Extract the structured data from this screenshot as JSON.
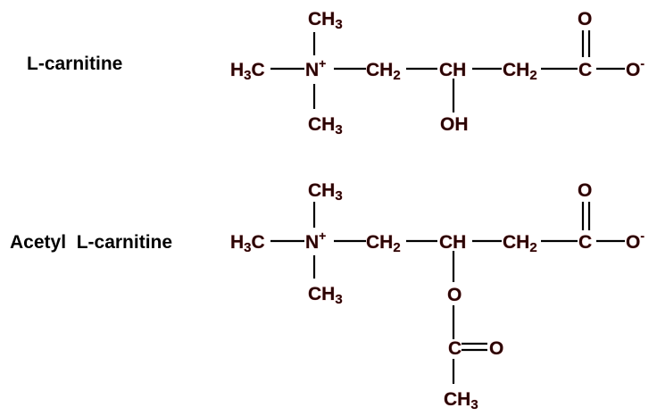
{
  "molecules": [
    {
      "name": "L-carnitine",
      "atoms": {
        "methyl_top": {
          "main": "CH",
          "sub": "3"
        },
        "methyl_left": {
          "pre": "H",
          "sub": "3",
          "post": "C"
        },
        "nitrogen": {
          "main": "N",
          "sup": "+"
        },
        "methyl_bottom": {
          "main": "CH",
          "sub": "3"
        },
        "ch2_a": {
          "main": "CH",
          "sub": "2"
        },
        "ch": {
          "main": "CH"
        },
        "ch2_b": {
          "main": "CH",
          "sub": "2"
        },
        "carbonyl_c": {
          "main": "C"
        },
        "carbonyl_o": {
          "main": "O"
        },
        "oxide": {
          "main": "O",
          "sup": "-"
        },
        "hydroxyl": {
          "main": "OH"
        }
      }
    },
    {
      "name": "Acetyl  L-carnitine",
      "atoms": {
        "methyl_top": {
          "main": "CH",
          "sub": "3"
        },
        "methyl_left": {
          "pre": "H",
          "sub": "3",
          "post": "C"
        },
        "nitrogen": {
          "main": "N",
          "sup": "+"
        },
        "methyl_bottom": {
          "main": "CH",
          "sub": "3"
        },
        "ch2_a": {
          "main": "CH",
          "sub": "2"
        },
        "ch": {
          "main": "CH"
        },
        "ch2_b": {
          "main": "CH",
          "sub": "2"
        },
        "carbonyl_c": {
          "main": "C"
        },
        "carbonyl_o": {
          "main": "O"
        },
        "oxide": {
          "main": "O",
          "sup": "-"
        },
        "ester_o": {
          "main": "O"
        },
        "acetyl_c": {
          "main": "C"
        },
        "acetyl_o": {
          "main": "O"
        },
        "acetyl_methyl": {
          "main": "CH",
          "sub": "3"
        }
      }
    }
  ]
}
